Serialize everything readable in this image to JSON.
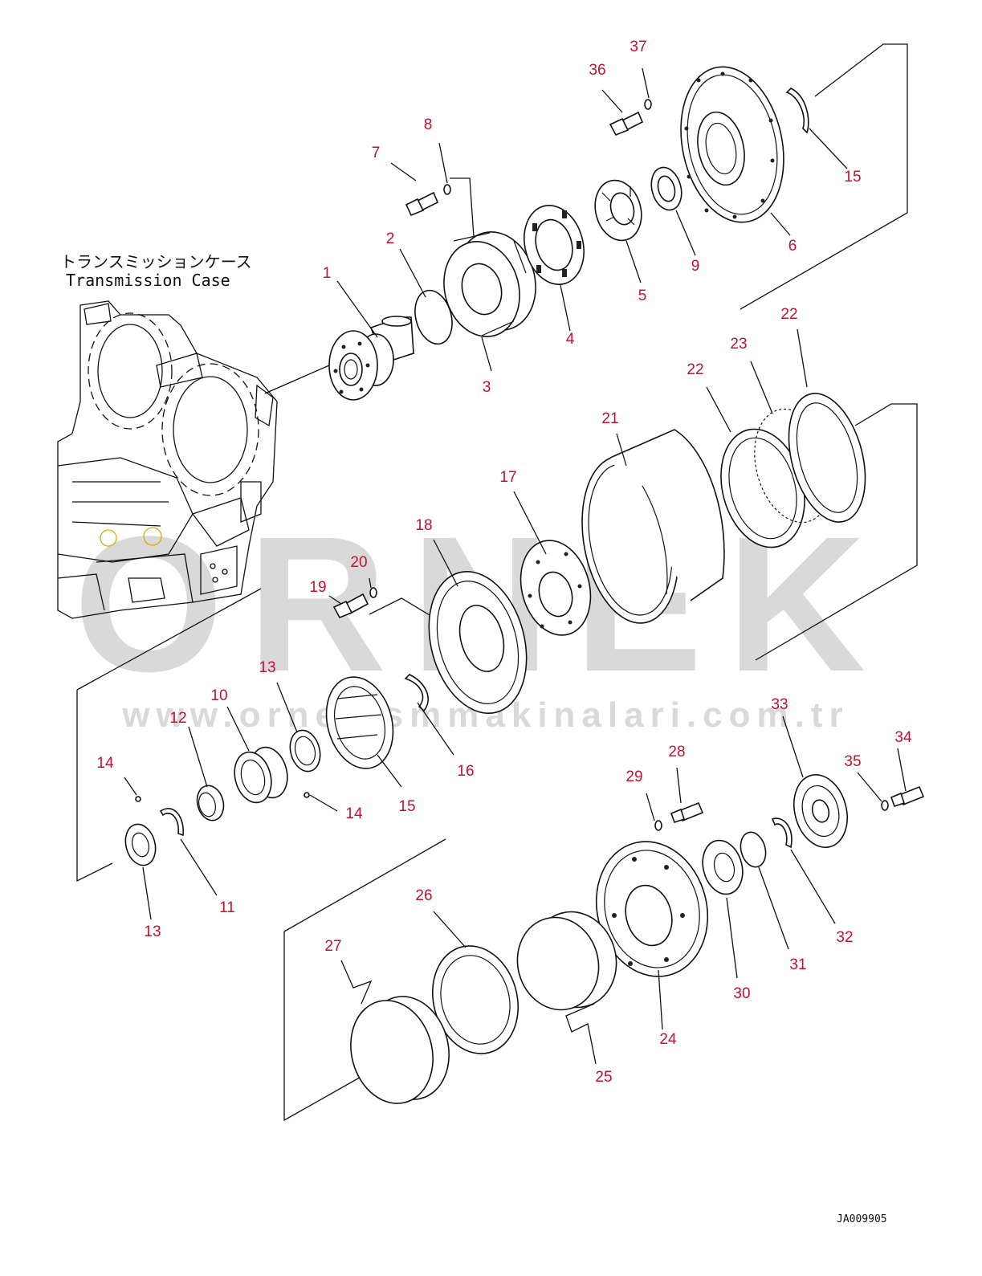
{
  "diagram": {
    "case_label_jp": "トランスミッションケース",
    "case_label_en": "Transmission Case",
    "drawing_code": "JA009905",
    "watermark_big": "ORNEK",
    "watermark_url": "www.ornekismmakinalari.com.tr",
    "label_color": "#c8102e",
    "callouts": [
      {
        "id": "c1",
        "text": "1"
      },
      {
        "id": "c2",
        "text": "2"
      },
      {
        "id": "c3",
        "text": "3"
      },
      {
        "id": "c4",
        "text": "4"
      },
      {
        "id": "c5",
        "text": "5"
      },
      {
        "id": "c6",
        "text": "6"
      },
      {
        "id": "c7",
        "text": "7"
      },
      {
        "id": "c8",
        "text": "8"
      },
      {
        "id": "c9",
        "text": "9"
      },
      {
        "id": "c10",
        "text": "10"
      },
      {
        "id": "c11",
        "text": "11"
      },
      {
        "id": "c12",
        "text": "12"
      },
      {
        "id": "c13a",
        "text": "13"
      },
      {
        "id": "c13b",
        "text": "13"
      },
      {
        "id": "c14a",
        "text": "14"
      },
      {
        "id": "c14b",
        "text": "14"
      },
      {
        "id": "c15a",
        "text": "15"
      },
      {
        "id": "c15b",
        "text": "15"
      },
      {
        "id": "c16",
        "text": "16"
      },
      {
        "id": "c17",
        "text": "17"
      },
      {
        "id": "c18",
        "text": "18"
      },
      {
        "id": "c19",
        "text": "19"
      },
      {
        "id": "c20",
        "text": "20"
      },
      {
        "id": "c21",
        "text": "21"
      },
      {
        "id": "c22a",
        "text": "22"
      },
      {
        "id": "c22b",
        "text": "22"
      },
      {
        "id": "c23",
        "text": "23"
      },
      {
        "id": "c24",
        "text": "24"
      },
      {
        "id": "c25",
        "text": "25"
      },
      {
        "id": "c26",
        "text": "26"
      },
      {
        "id": "c27",
        "text": "27"
      },
      {
        "id": "c28",
        "text": "28"
      },
      {
        "id": "c29",
        "text": "29"
      },
      {
        "id": "c30",
        "text": "30"
      },
      {
        "id": "c31",
        "text": "31"
      },
      {
        "id": "c32",
        "text": "32"
      },
      {
        "id": "c33",
        "text": "33"
      },
      {
        "id": "c34",
        "text": "34"
      },
      {
        "id": "c35",
        "text": "35"
      },
      {
        "id": "c36",
        "text": "36"
      },
      {
        "id": "c37",
        "text": "37"
      }
    ]
  }
}
